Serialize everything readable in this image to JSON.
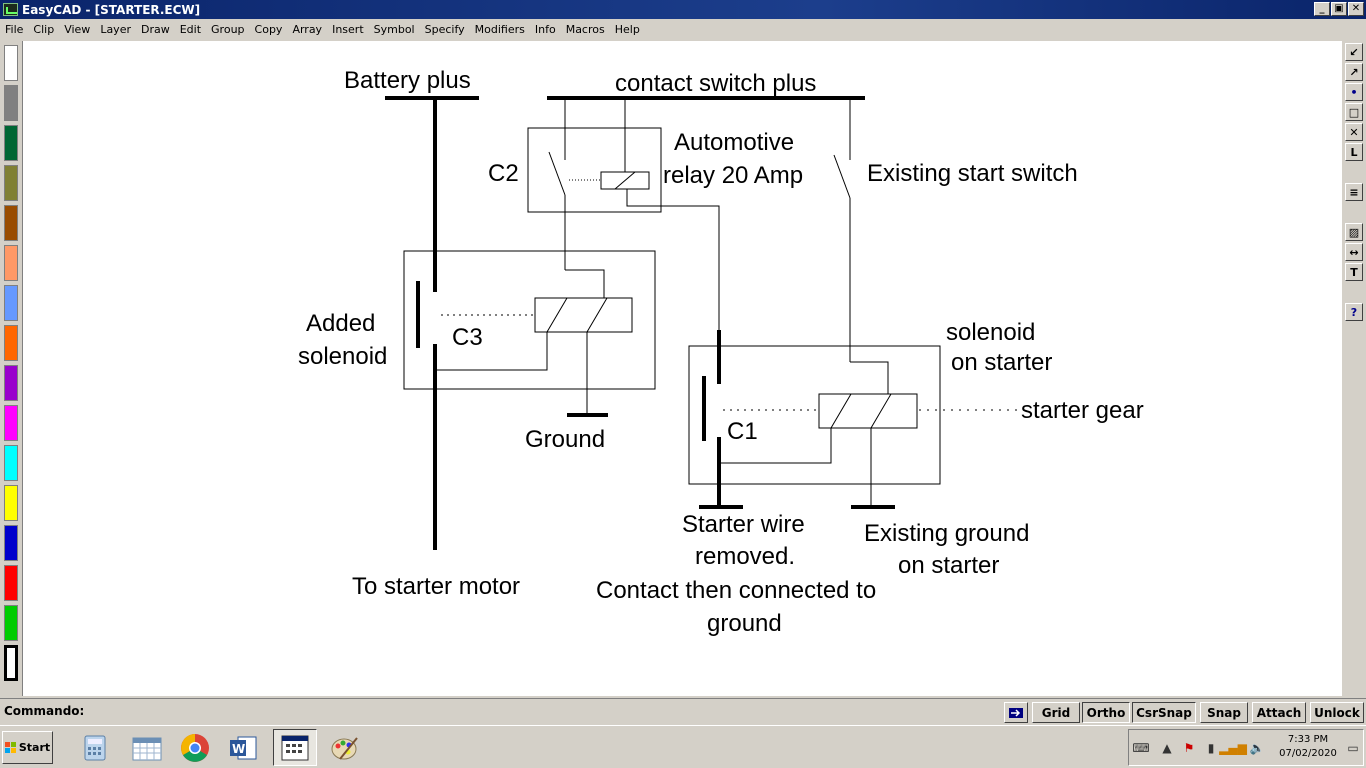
{
  "window": {
    "title": "EasyCAD - [STARTER.ECW]",
    "min": "_",
    "max": "▣",
    "close": "✕"
  },
  "menu": [
    "File",
    "Clip",
    "View",
    "Layer",
    "Draw",
    "Edit",
    "Group",
    "Copy",
    "Array",
    "Insert",
    "Symbol",
    "Specify",
    "Modifiers",
    "Info",
    "Macros",
    "Help"
  ],
  "palette": [
    "#ffffff",
    "#808080",
    "#006633",
    "#808033",
    "#994c00",
    "#ff9966",
    "#6699ff",
    "#ff6600",
    "#9900cc",
    "#ff00ff",
    "#00ffff",
    "#ffff00",
    "#0000cc",
    "#ff0000",
    "#00cc00",
    "#000000"
  ],
  "drawing": {
    "battery_plus": "Battery plus",
    "contact_switch_plus": "contact switch plus",
    "automotive_relay_1": "Automotive",
    "automotive_relay_2": "relay 20 Amp",
    "c2": "C2",
    "existing_start_switch": "Existing start switch",
    "added_solenoid_1": "Added",
    "added_solenoid_2": "solenoid",
    "c3": "C3",
    "ground": "Ground",
    "solenoid_on_starter_1": "solenoid",
    "solenoid_on_starter_2": "on starter",
    "starter_gear": "starter gear",
    "c1": "C1",
    "to_starter_motor": "To starter motor",
    "starter_wire_1": "Starter wire",
    "starter_wire_2": "removed.",
    "starter_wire_3": "Contact then connected to",
    "starter_wire_4": "ground",
    "existing_ground_1": "Existing ground",
    "existing_ground_2": "on starter"
  },
  "right_toolbar": [
    "↙",
    "↗",
    "•",
    "□",
    "✕",
    "L",
    "≡",
    "▨",
    "↔",
    "T",
    "?"
  ],
  "statusbar": {
    "command_label": "Commando:",
    "buttons": [
      "Grid",
      "Ortho",
      "CsrSnap",
      "Snap",
      "Attach",
      "Unlock"
    ],
    "arrow_icon": "arrow-right-icon"
  },
  "taskbar": {
    "start_label": "Start",
    "apps": [
      "calculator-icon",
      "calendar-icon",
      "chrome-icon",
      "word-icon",
      "easycad-icon",
      "paint-icon"
    ],
    "time": "7:33 PM",
    "date": "07/02/2020"
  }
}
